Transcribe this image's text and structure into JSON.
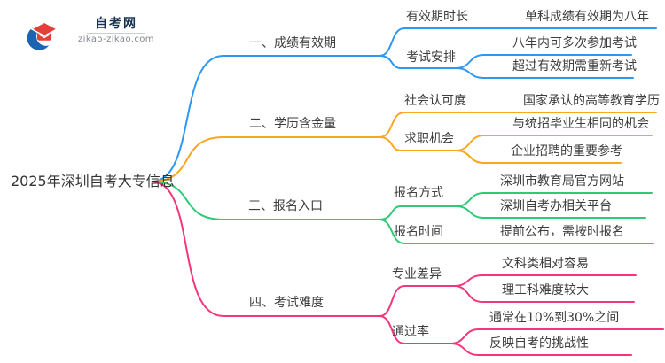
{
  "logo": {
    "title": "自考网",
    "subtitle": "zikao-zikao.com",
    "icon": "graduation-cap-icon",
    "colors": {
      "swoosh": "#1d64b0",
      "cap": "#e2413b",
      "title": "#17324e",
      "subtitle": "#80888f"
    }
  },
  "mindmap": {
    "text_color": "#3d3d3d",
    "root": {
      "label": "2025年深圳自考大专信息"
    },
    "branches": [
      {
        "label": "一、成绩有效期",
        "color": "#2e97f2",
        "children": [
          {
            "label": "有效期时长",
            "children": [
              {
                "label": "单科成绩有效期为八年"
              }
            ]
          },
          {
            "label": "考试安排",
            "children": [
              {
                "label": "八年内可多次参加考试"
              },
              {
                "label": "超过有效期需重新考试"
              }
            ]
          }
        ]
      },
      {
        "label": "二、学历含金量",
        "color": "#f7a822",
        "children": [
          {
            "label": "社会认可度",
            "children": [
              {
                "label": "国家承认的高等教育学历"
              }
            ]
          },
          {
            "label": "求职机会",
            "children": [
              {
                "label": "与统招毕业生相同的机会"
              },
              {
                "label": "企业招聘的重要参考"
              }
            ]
          }
        ]
      },
      {
        "label": "三、报名入口",
        "color": "#2fc978",
        "children": [
          {
            "label": "报名方式",
            "children": [
              {
                "label": "深圳市教育局官方网站"
              },
              {
                "label": "深圳自考办相关平台"
              }
            ]
          },
          {
            "label": "报名时间",
            "children": [
              {
                "label": "提前公布，需按时报名"
              }
            ]
          }
        ]
      },
      {
        "label": "四、考试难度",
        "color": "#f3367e",
        "children": [
          {
            "label": "专业差异",
            "children": [
              {
                "label": "文科类相对容易"
              },
              {
                "label": "理工科难度较大"
              }
            ]
          },
          {
            "label": "通过率",
            "children": [
              {
                "label": "通常在10%到30%之间"
              },
              {
                "label": "反映自考的挑战性"
              }
            ]
          }
        ]
      }
    ]
  }
}
